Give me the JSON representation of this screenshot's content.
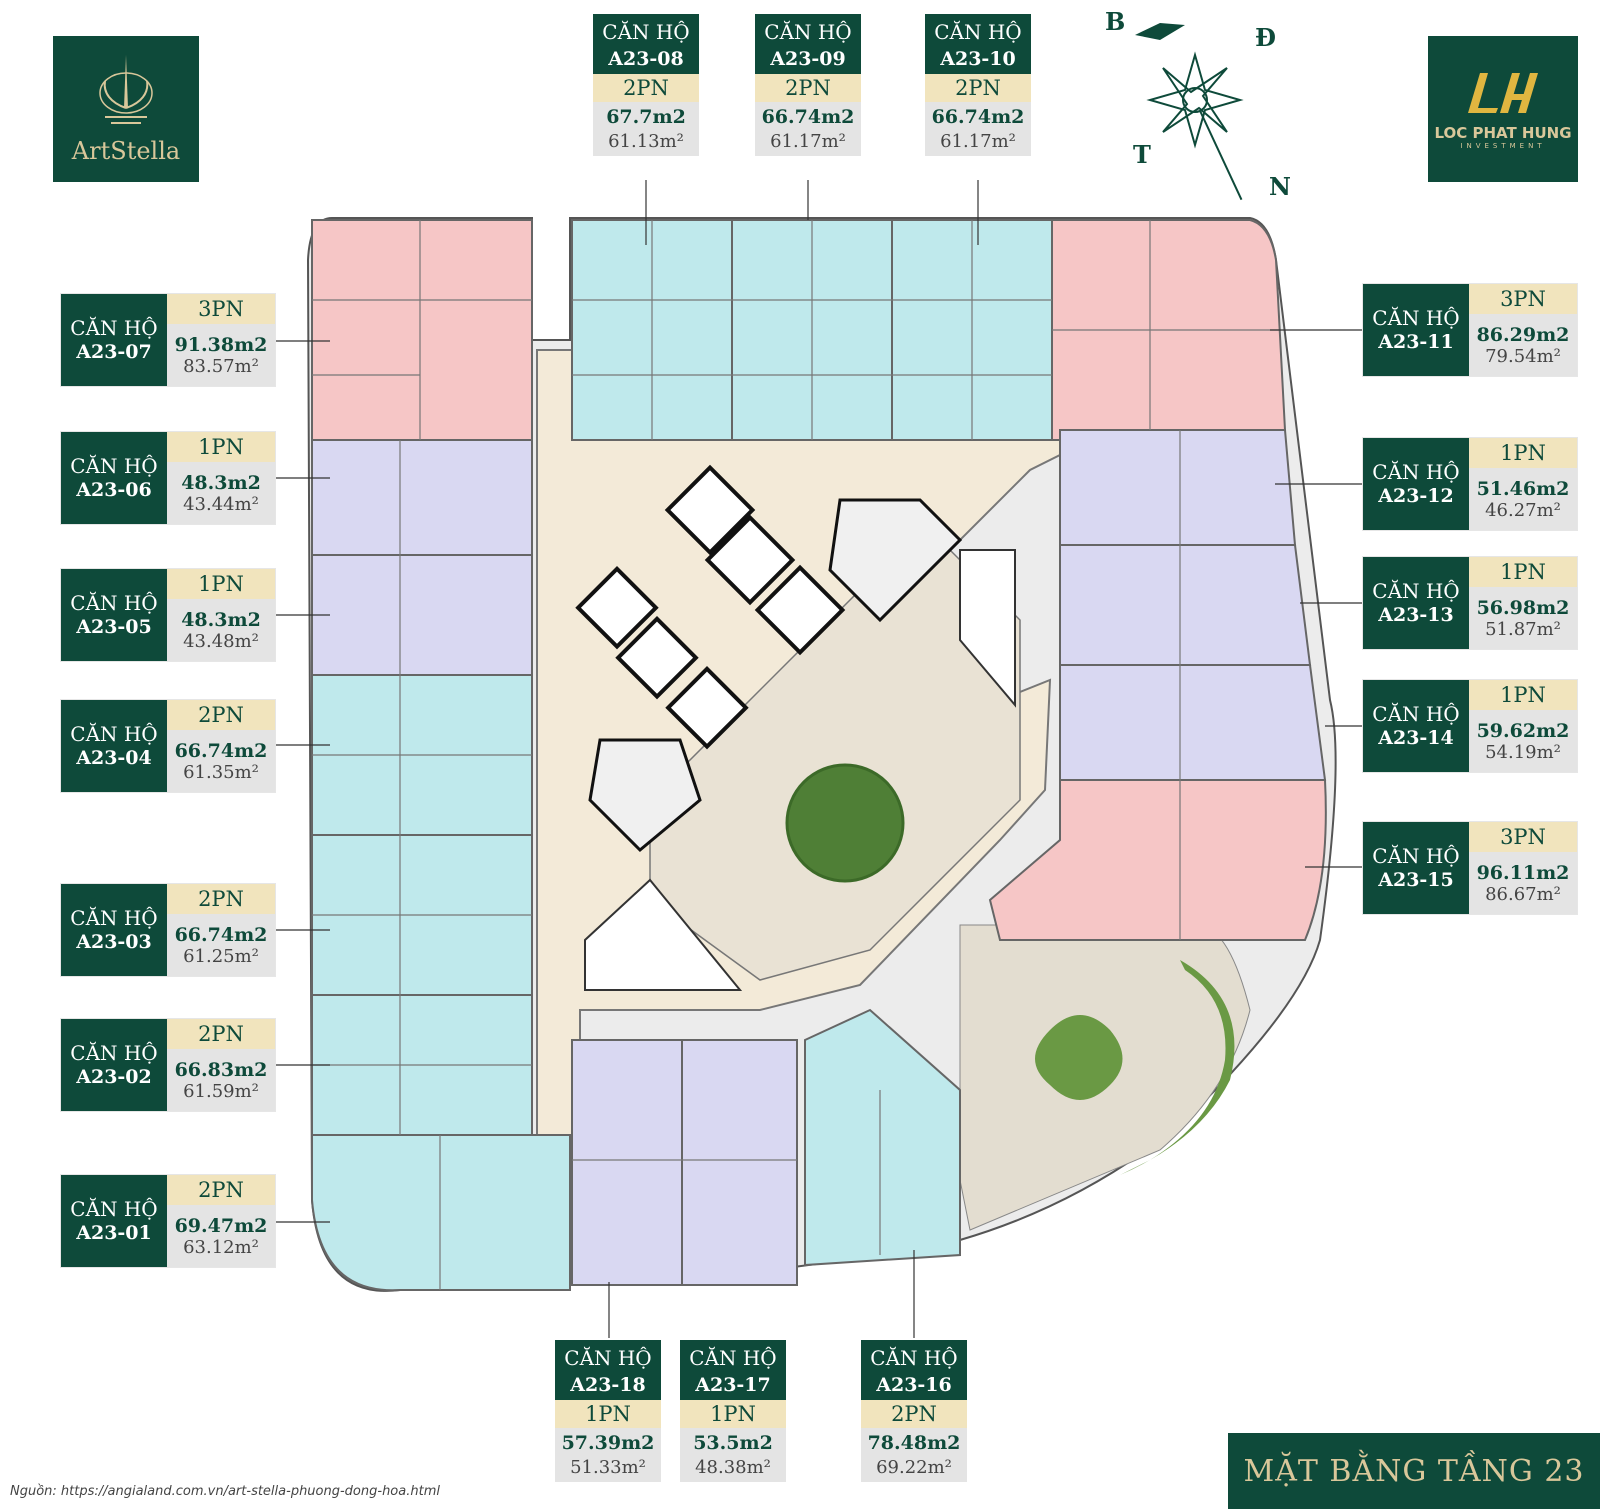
{
  "brand_left": {
    "name": "ArtStella"
  },
  "brand_right": {
    "name": "LOC PHAT HUNG",
    "tagline": "INVESTMENT"
  },
  "compass": {
    "north": "B",
    "east": "Đ",
    "west": "T",
    "south": "N"
  },
  "title": "MẶT BẰNG TẦNG 23",
  "source": "Nguồn: https://angialand.com.vn/art-stella-phuong-dong-hoa.html",
  "colors": {
    "dark_green": "#0e4a3a",
    "gold": "#d9c79a",
    "pn_bg": "#f1e4bd",
    "area_bg": "#e4e4e4",
    "unit_3pn": "#f6c6c6",
    "unit_2pn": "#bfe9ec",
    "unit_1pn": "#d9d8f2",
    "corridor": "#f3ead8",
    "courtyard": "#e9e2d4",
    "grass": "#5a8a3a"
  },
  "units": [
    {
      "prefix": "CĂN HỘ",
      "code": "A23-01",
      "rooms": "2PN",
      "gross": "69.47m2",
      "net": "63.12m²"
    },
    {
      "prefix": "CĂN HỘ",
      "code": "A23-02",
      "rooms": "2PN",
      "gross": "66.83m2",
      "net": "61.59m²"
    },
    {
      "prefix": "CĂN HỘ",
      "code": "A23-03",
      "rooms": "2PN",
      "gross": "66.74m2",
      "net": "61.25m²"
    },
    {
      "prefix": "CĂN HỘ",
      "code": "A23-04",
      "rooms": "2PN",
      "gross": "66.74m2",
      "net": "61.35m²"
    },
    {
      "prefix": "CĂN HỘ",
      "code": "A23-05",
      "rooms": "1PN",
      "gross": "48.3m2",
      "net": "43.48m²"
    },
    {
      "prefix": "CĂN HỘ",
      "code": "A23-06",
      "rooms": "1PN",
      "gross": "48.3m2",
      "net": "43.44m²"
    },
    {
      "prefix": "CĂN HỘ",
      "code": "A23-07",
      "rooms": "3PN",
      "gross": "91.38m2",
      "net": "83.57m²"
    },
    {
      "prefix": "CĂN HỘ",
      "code": "A23-08",
      "rooms": "2PN",
      "gross": "67.7m2",
      "net": "61.13m²"
    },
    {
      "prefix": "CĂN HỘ",
      "code": "A23-09",
      "rooms": "2PN",
      "gross": "66.74m2",
      "net": "61.17m²"
    },
    {
      "prefix": "CĂN HỘ",
      "code": "A23-10",
      "rooms": "2PN",
      "gross": "66.74m2",
      "net": "61.17m²"
    },
    {
      "prefix": "CĂN HỘ",
      "code": "A23-11",
      "rooms": "3PN",
      "gross": "86.29m2",
      "net": "79.54m²"
    },
    {
      "prefix": "CĂN HỘ",
      "code": "A23-12",
      "rooms": "1PN",
      "gross": "51.46m2",
      "net": "46.27m²"
    },
    {
      "prefix": "CĂN HỘ",
      "code": "A23-13",
      "rooms": "1PN",
      "gross": "56.98m2",
      "net": "51.87m²"
    },
    {
      "prefix": "CĂN HỘ",
      "code": "A23-14",
      "rooms": "1PN",
      "gross": "59.62m2",
      "net": "54.19m²"
    },
    {
      "prefix": "CĂN HỘ",
      "code": "A23-15",
      "rooms": "3PN",
      "gross": "96.11m2",
      "net": "86.67m²"
    },
    {
      "prefix": "CĂN HỘ",
      "code": "A23-16",
      "rooms": "2PN",
      "gross": "78.48m2",
      "net": "69.22m²"
    },
    {
      "prefix": "CĂN HỘ",
      "code": "A23-17",
      "rooms": "1PN",
      "gross": "53.5m2",
      "net": "48.38m²"
    },
    {
      "prefix": "CĂN HỘ",
      "code": "A23-18",
      "rooms": "1PN",
      "gross": "57.39m2",
      "net": "51.33m²"
    }
  ]
}
